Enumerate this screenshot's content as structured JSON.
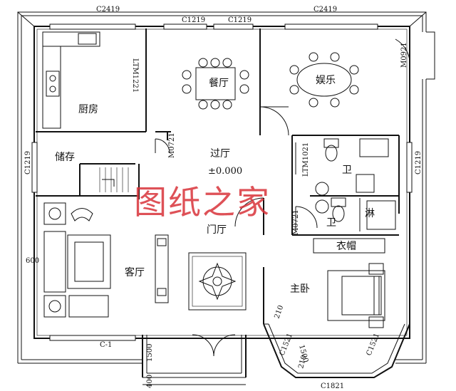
{
  "rooms": {
    "kitchen": "厨房",
    "dining": "餐厅",
    "entertainment": "娱乐",
    "storage": "储存",
    "hall": "过厅",
    "elevation": "±0.000",
    "bath1": "卫",
    "bath2": "卫",
    "shower": "淋",
    "foyer": "门厅",
    "living": "客厅",
    "wardrobe": "衣帽",
    "master_bedroom": "主卧"
  },
  "dimensions": {
    "top_left_window": "C2419",
    "top_mid_window_1": "C1219",
    "top_mid_window_2": "C1219",
    "top_right_window": "C2419",
    "kitchen_door": "LTM1221",
    "ent_door": "M0921",
    "store_door": "M0721",
    "bath_door_1": "LTM1021",
    "bath_door_2": "M0721",
    "left_window": "C1219",
    "right_window": "C1219",
    "left_offset": "600",
    "bottom_left_window": "C-1",
    "bay_left_window": "C1521",
    "bay_right_window": "C1521",
    "bay_front_window": "C1821",
    "bay_offset_1": "210",
    "bay_width": "1500",
    "bay_offset_2": "210",
    "porch_depth": "1500",
    "porch_step": "400"
  },
  "watermark": "图纸之家"
}
